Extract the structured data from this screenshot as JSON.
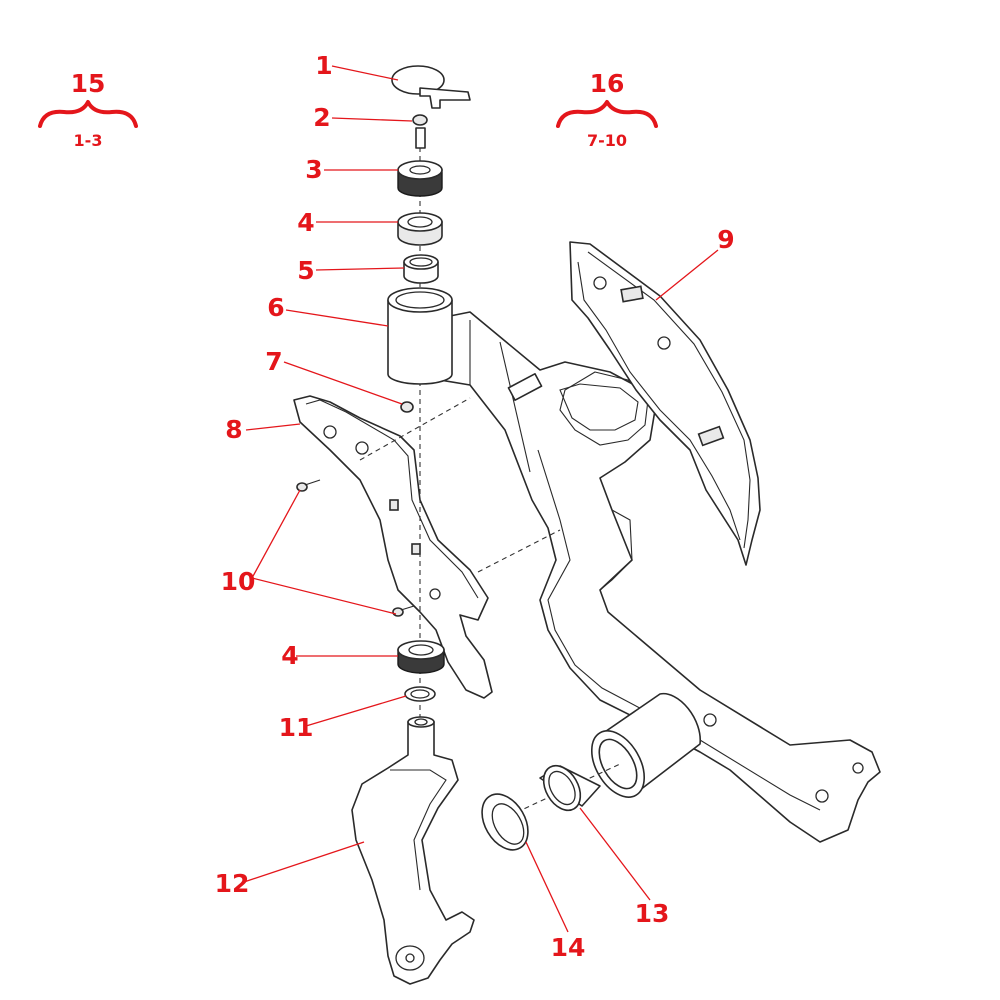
{
  "callouts": {
    "c1": "1",
    "c2": "2",
    "c3": "3",
    "c4a": "4",
    "c4b": "4",
    "c5": "5",
    "c6": "6",
    "c7": "7",
    "c8": "8",
    "c9": "9",
    "c10": "10",
    "c11": "11",
    "c12": "12",
    "c13": "13",
    "c14": "14"
  },
  "kits": {
    "kit15": {
      "number": "15",
      "range": "1-3"
    },
    "kit16": {
      "number": "16",
      "range": "7-10"
    }
  },
  "colors": {
    "callout": "#e4161b",
    "linework": "#2a2a2a"
  }
}
